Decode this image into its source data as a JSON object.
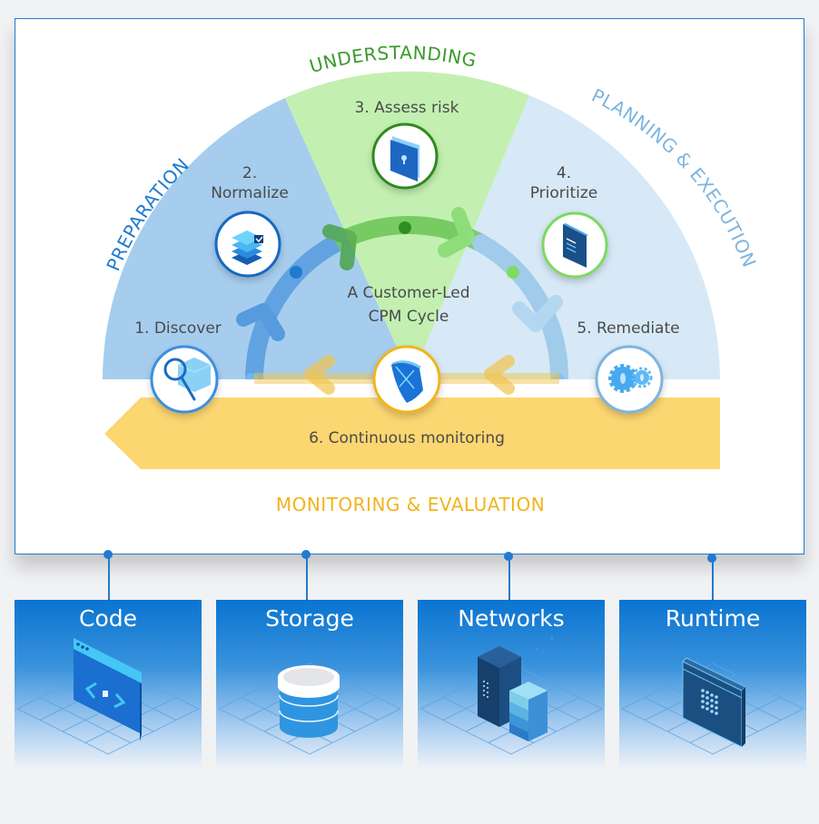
{
  "diagram": {
    "center_title_line1": "A Customer-Led",
    "center_title_line2": "CPM Cycle",
    "phases": {
      "preparation": "PREPARATION",
      "understanding": "UNDERSTANDING",
      "planning_execution": "PLANNING & EXECUTION",
      "monitoring_evaluation": "MONITORING & EVALUATION"
    },
    "steps": [
      {
        "number": "1.",
        "label": "1. Discover",
        "icon": "magnifier-cube-icon"
      },
      {
        "number": "2.",
        "label": "Normalize",
        "icon": "layers-check-icon"
      },
      {
        "number": "3.",
        "label": "3. Assess risk",
        "icon": "locked-folder-icon"
      },
      {
        "number": "4.",
        "label": "Prioritize",
        "icon": "checklist-icon"
      },
      {
        "number": "5.",
        "label": "5. Remediate",
        "icon": "gears-icon"
      },
      {
        "number": "6.",
        "label": "6. Continuous monitoring",
        "icon": "shield-icon"
      }
    ],
    "colors": {
      "preparation": "#1f7ad0",
      "understanding": "#3a9a2a",
      "planning": "#7db4df",
      "monitoring": "#f1b41c"
    }
  },
  "domains": [
    {
      "title": "Code",
      "icon": "code-window-icon"
    },
    {
      "title": "Storage",
      "icon": "database-icon"
    },
    {
      "title": "Networks",
      "icon": "server-icon"
    },
    {
      "title": "Runtime",
      "icon": "runtime-panel-icon"
    }
  ]
}
